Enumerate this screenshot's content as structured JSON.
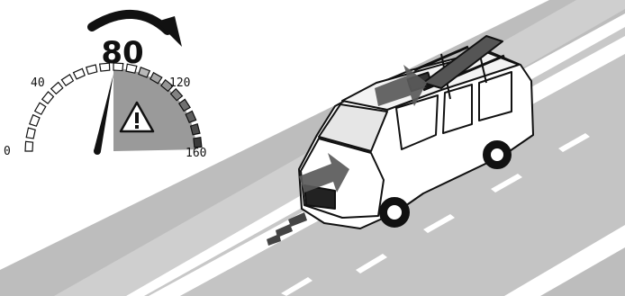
{
  "speedometer": {
    "current_speed": "80",
    "ticks": [
      "0",
      "40",
      "120",
      "160"
    ],
    "warning_icon": "warning-triangle-icon",
    "needle_value": 80,
    "max_value": 160
  },
  "colors": {
    "road": "#c9c9c9",
    "road_edge": "#8d8d8d",
    "lane_mark": "#ffffff",
    "arrow": "#555555",
    "warning_zone": "#9a9a9a",
    "dark": "#111111"
  }
}
